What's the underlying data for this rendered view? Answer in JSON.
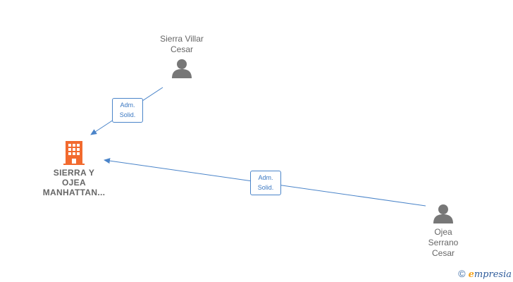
{
  "company": {
    "name_line1": "SIERRA Y",
    "name_line2": "OJEA",
    "name_line3": "MANHATTAN...",
    "icon": "building-icon",
    "color": "#f26a2e"
  },
  "persons": [
    {
      "name_line1": "Sierra Villar",
      "name_line2": "Cesar",
      "icon": "person-icon"
    },
    {
      "name_line1": "Ojea",
      "name_line2": "Serrano",
      "name_line3": "Cesar",
      "icon": "person-icon"
    }
  ],
  "edges": [
    {
      "label_line1": "Adm.",
      "label_line2": "Solid."
    },
    {
      "label_line1": "Adm.",
      "label_line2": "Solid."
    }
  ],
  "credit": {
    "symbol": "©",
    "brand_first": "e",
    "brand_rest": "mpresia"
  },
  "colors": {
    "edge": "#4a84c9",
    "person_icon": "#777777"
  }
}
